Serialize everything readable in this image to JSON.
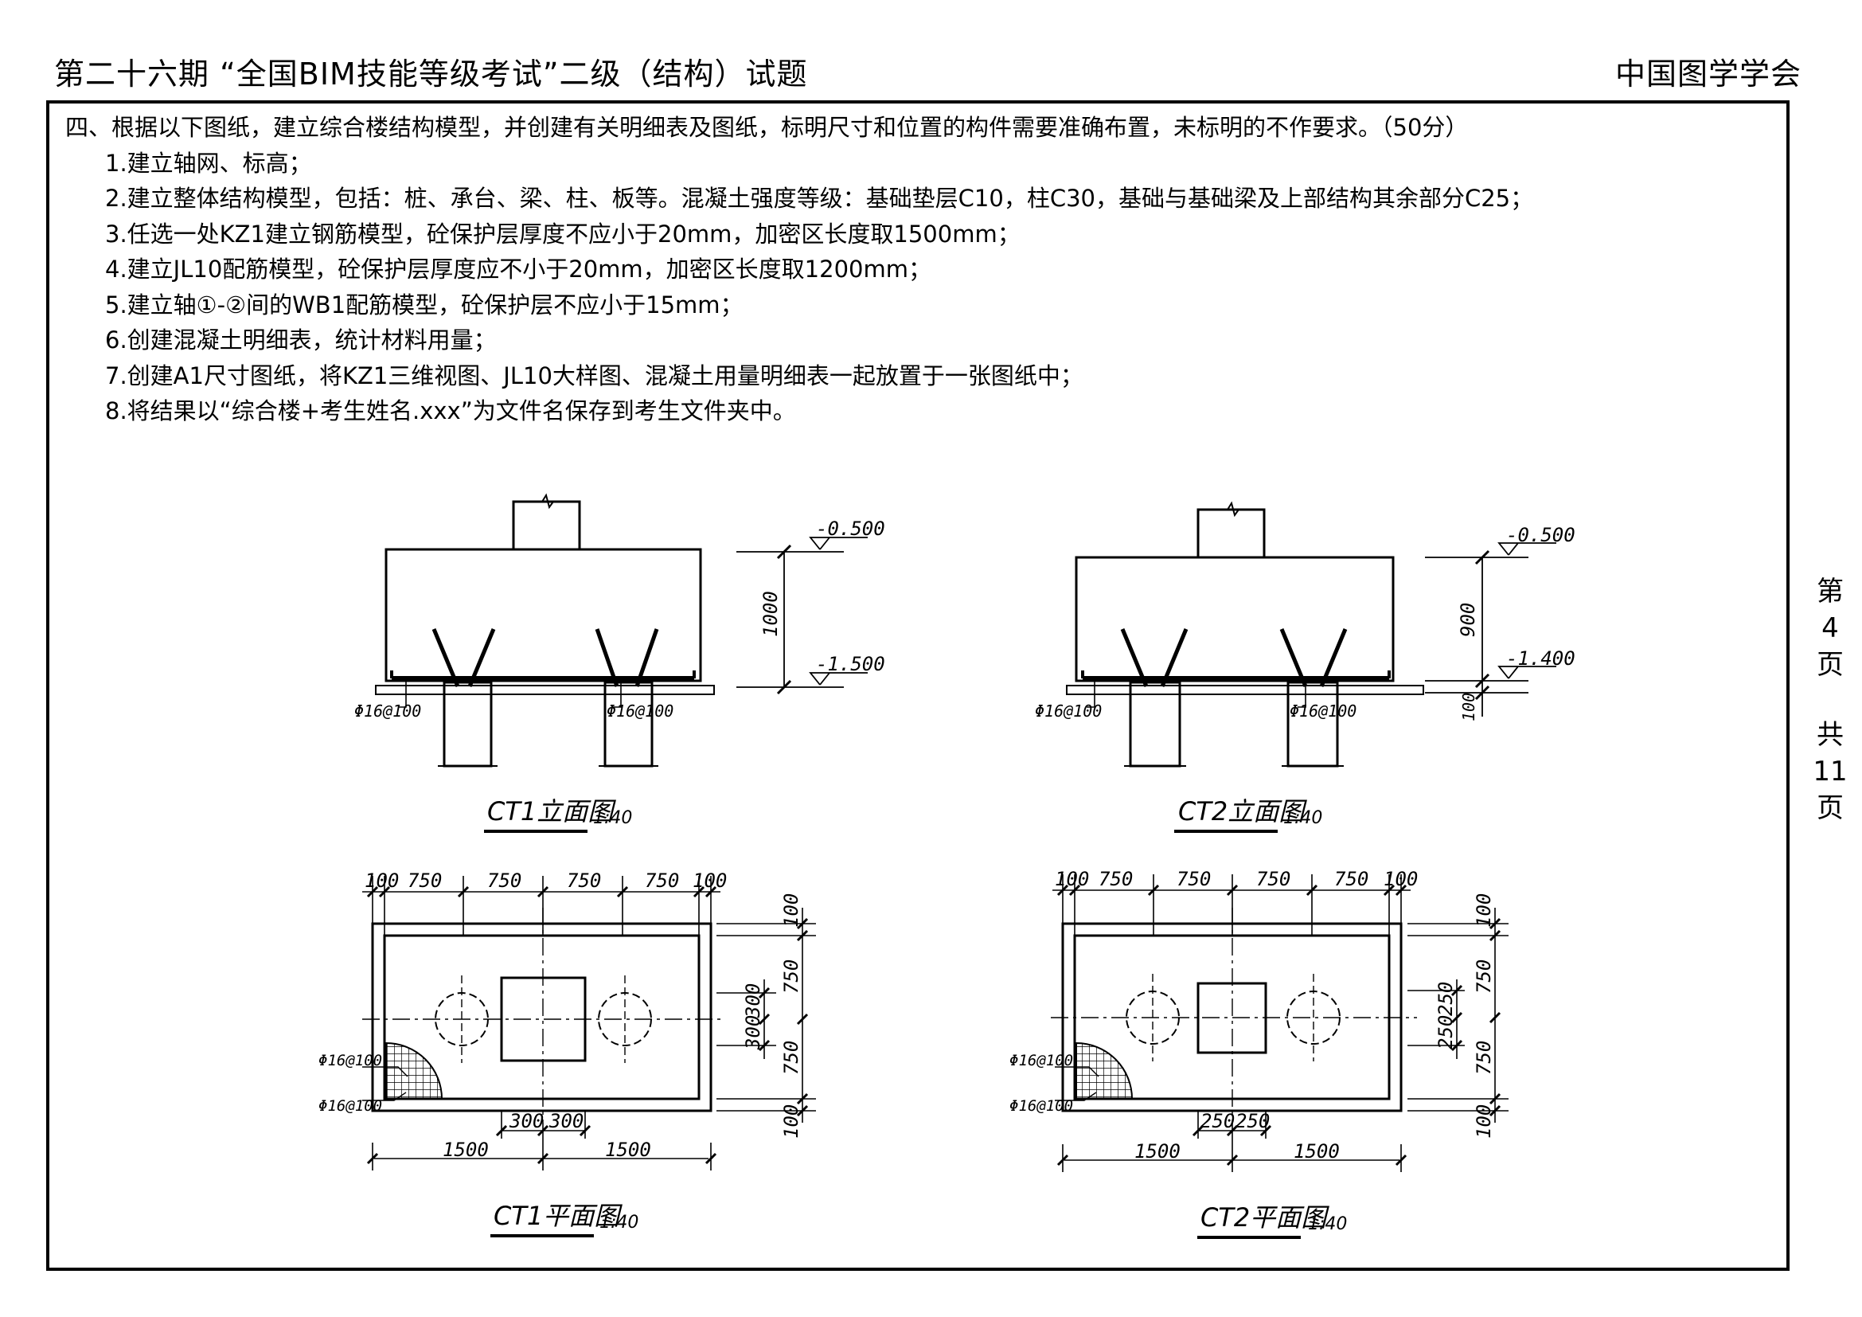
{
  "header": {
    "title": "第二十六期 “全国BIM技能等级考试”二级（结构）试题",
    "org": "中国图学学会"
  },
  "side": {
    "page_label": [
      "第",
      "4",
      "页"
    ],
    "total_label": [
      "共",
      "11",
      "页"
    ]
  },
  "task": {
    "intro": "四、根据以下图纸，建立综合楼结构模型，并创建有关明细表及图纸，标明尺寸和位置的构件需要准确布置，未标明的不作要求。（50分）",
    "items": [
      "1.建立轴网、标高；",
      "2.建立整体结构模型，包括：桩、承台、梁、柱、板等。混凝土强度等级：基础垫层C10，柱C30，基础与基础梁及上部结构其余部分C25；",
      "3.任选一处KZ1建立钢筋模型，砼保护层厚度不应小于20mm，加密区长度取1500mm；",
      "4.建立JL10配筋模型，砼保护层厚度应不小于20mm，加密区长度取1200mm；",
      "5.建立轴①-②间的WB1配筋模型，砼保护层不应小于15mm；",
      "6.创建混凝土明细表，统计材料用量；",
      "7.创建A1尺寸图纸，将KZ1三维视图、JL10大样图、混凝土用量明细表一起放置于一张图纸中；",
      "8.将结果以“综合楼+考生姓名.xxx”为文件名保存到考生文件夹中。"
    ]
  },
  "drawings": {
    "ct1_elev": {
      "title": "CT1立面图",
      "scale": "1:40",
      "level_top": "-0.500",
      "level_bottom": "-1.500",
      "height": "1000",
      "rebar_left": "Φ16@100",
      "rebar_right": "Φ16@100"
    },
    "ct2_elev": {
      "title": "CT2立面图",
      "scale": "1:40",
      "level_top": "-0.500",
      "level_bottom": "-1.400",
      "height": "900",
      "pad": "100",
      "rebar_left": "Φ16@100",
      "rebar_right": "Φ16@100"
    },
    "ct1_plan": {
      "title": "CT1平面图",
      "scale": "1:40",
      "top_dims": [
        "100",
        "750",
        "750",
        "750",
        "750",
        "100"
      ],
      "right_dims": [
        "100",
        "750",
        "300",
        "300",
        "750",
        "100"
      ],
      "bottom_inner": [
        "300",
        "300"
      ],
      "bottom_outer": [
        "1500",
        "1500"
      ],
      "rebar_1": "Φ16@100",
      "rebar_2": "Φ16@100"
    },
    "ct2_plan": {
      "title": "CT2平面图",
      "scale": "1:40",
      "top_dims": [
        "100",
        "750",
        "750",
        "750",
        "750",
        "100"
      ],
      "right_dims": [
        "100",
        "750",
        "250",
        "250",
        "750",
        "100"
      ],
      "bottom_inner": [
        "250",
        "250"
      ],
      "bottom_outer": [
        "1500",
        "1500"
      ],
      "rebar_1": "Φ16@100",
      "rebar_2": "Φ16@100"
    }
  }
}
